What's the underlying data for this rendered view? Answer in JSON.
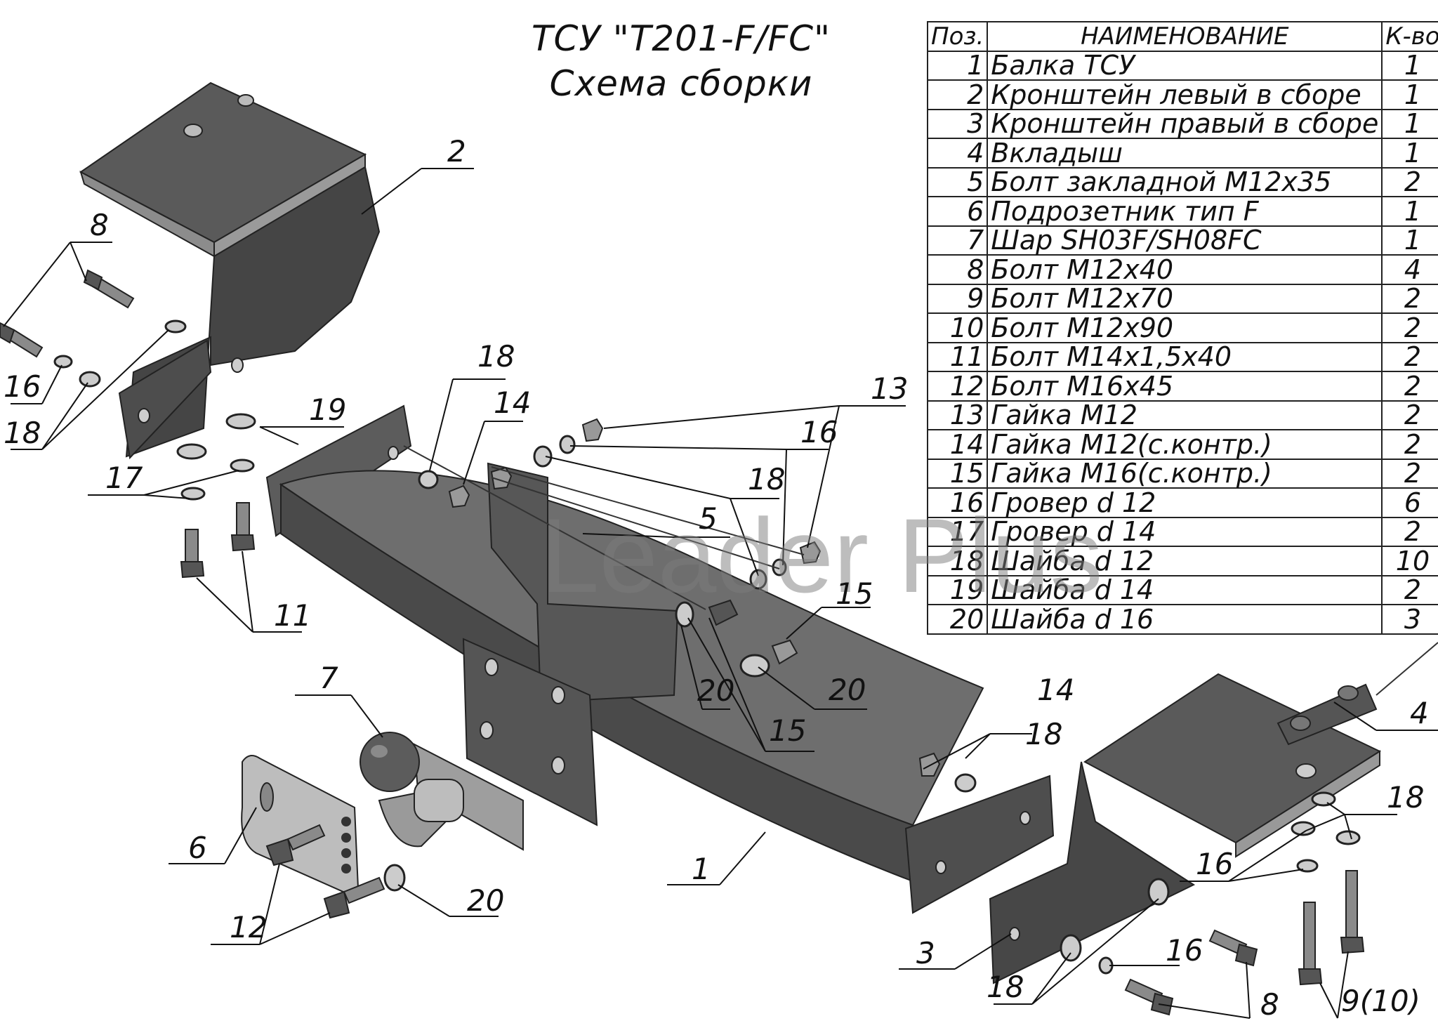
{
  "title": {
    "line1": "ТСУ \"Т201-F/FC\"",
    "line2": "Схема сборки"
  },
  "spec_table": {
    "headers": {
      "pos": "Поз.",
      "name": "НАИМЕНОВАНИЕ",
      "qty": "К-во"
    },
    "rows": [
      {
        "pos": "1",
        "name": "Балка ТСУ",
        "qty": "1"
      },
      {
        "pos": "2",
        "name": "Кронштейн левый в сборе",
        "qty": "1"
      },
      {
        "pos": "3",
        "name": "Кронштейн правый в сборе",
        "qty": "1"
      },
      {
        "pos": "4",
        "name": "Вкладыш",
        "qty": "1"
      },
      {
        "pos": "5",
        "name": "Болт закладной М12х35",
        "qty": "2"
      },
      {
        "pos": "6",
        "name": "Подрозетник тип F",
        "qty": "1"
      },
      {
        "pos": "7",
        "name": "Шар SH03F/SH08FC",
        "qty": "1"
      },
      {
        "pos": "8",
        "name": "Болт М12х40",
        "qty": "4"
      },
      {
        "pos": "9",
        "name": "Болт М12х70",
        "qty": "2"
      },
      {
        "pos": "10",
        "name": "Болт М12х90",
        "qty": "2"
      },
      {
        "pos": "11",
        "name": "Болт М14х1,5х40",
        "qty": "2"
      },
      {
        "pos": "12",
        "name": "Болт М16х45",
        "qty": "2"
      },
      {
        "pos": "13",
        "name": "Гайка М12",
        "qty": "2"
      },
      {
        "pos": "14",
        "name": "Гайка М12(с.контр.)",
        "qty": "2"
      },
      {
        "pos": "15",
        "name": "Гайка  М16(с.контр.)",
        "qty": "2"
      },
      {
        "pos": "16",
        "name": "Гровер d 12",
        "qty": "6"
      },
      {
        "pos": "17",
        "name": "Гровер d 14",
        "qty": "2"
      },
      {
        "pos": "18",
        "name": "Шайба d 12",
        "qty": "10"
      },
      {
        "pos": "19",
        "name": "Шайба d 14",
        "qty": "2"
      },
      {
        "pos": "20",
        "name": "Шайба d 16",
        "qty": "3"
      }
    ]
  },
  "callouts": {
    "c2": "2",
    "c8a": "8",
    "c16a": "16",
    "c18a": "18",
    "c17": "17",
    "c19": "19",
    "c11": "11",
    "c18b": "18",
    "c14a": "14",
    "c13": "13",
    "c16b": "16",
    "c18c": "18",
    "c5": "5",
    "c15a": "15",
    "c20a": "20",
    "c15b": "15",
    "c20b": "20",
    "c7": "7",
    "c6": "6",
    "c12": "12",
    "c20c": "20",
    "c1": "1",
    "c14b": "14",
    "c18d": "18",
    "c3": "3",
    "c4": "4",
    "c18e": "18",
    "c16c": "16",
    "c18f": "18",
    "c16d": "16",
    "c8b": "8",
    "c910": "9(10)"
  },
  "watermark": "Leader Plus",
  "colors": {
    "metal_dark": "#484848",
    "metal_mid": "#5e5e5e",
    "metal_light": "#8a8a8a",
    "edge_light": "#b5b5b5",
    "line": "#111111"
  }
}
